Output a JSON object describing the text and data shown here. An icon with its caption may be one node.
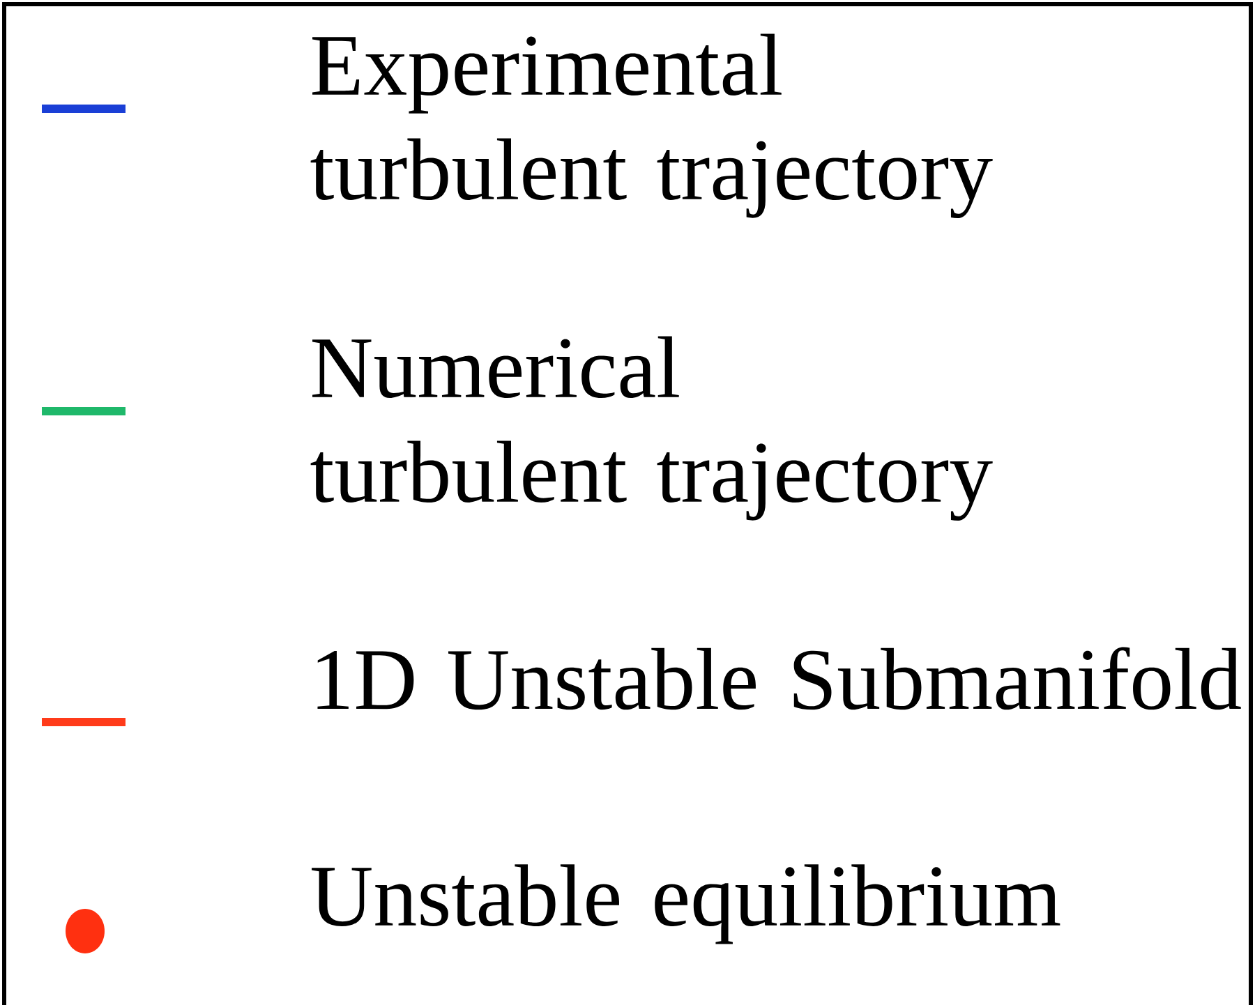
{
  "diagram": {
    "legend": [
      {
        "text": "Experimental turbulent trajectory",
        "color": "#1a3fd6"
      },
      {
        "text": "Numerical turbulent trajectory",
        "color": "#1fb86a"
      },
      {
        "text": "1D Unstable Submanifold",
        "color": "#ff3b1a"
      },
      {
        "text": "Unstable equilibrium",
        "color": "#ff3010"
      }
    ]
  }
}
